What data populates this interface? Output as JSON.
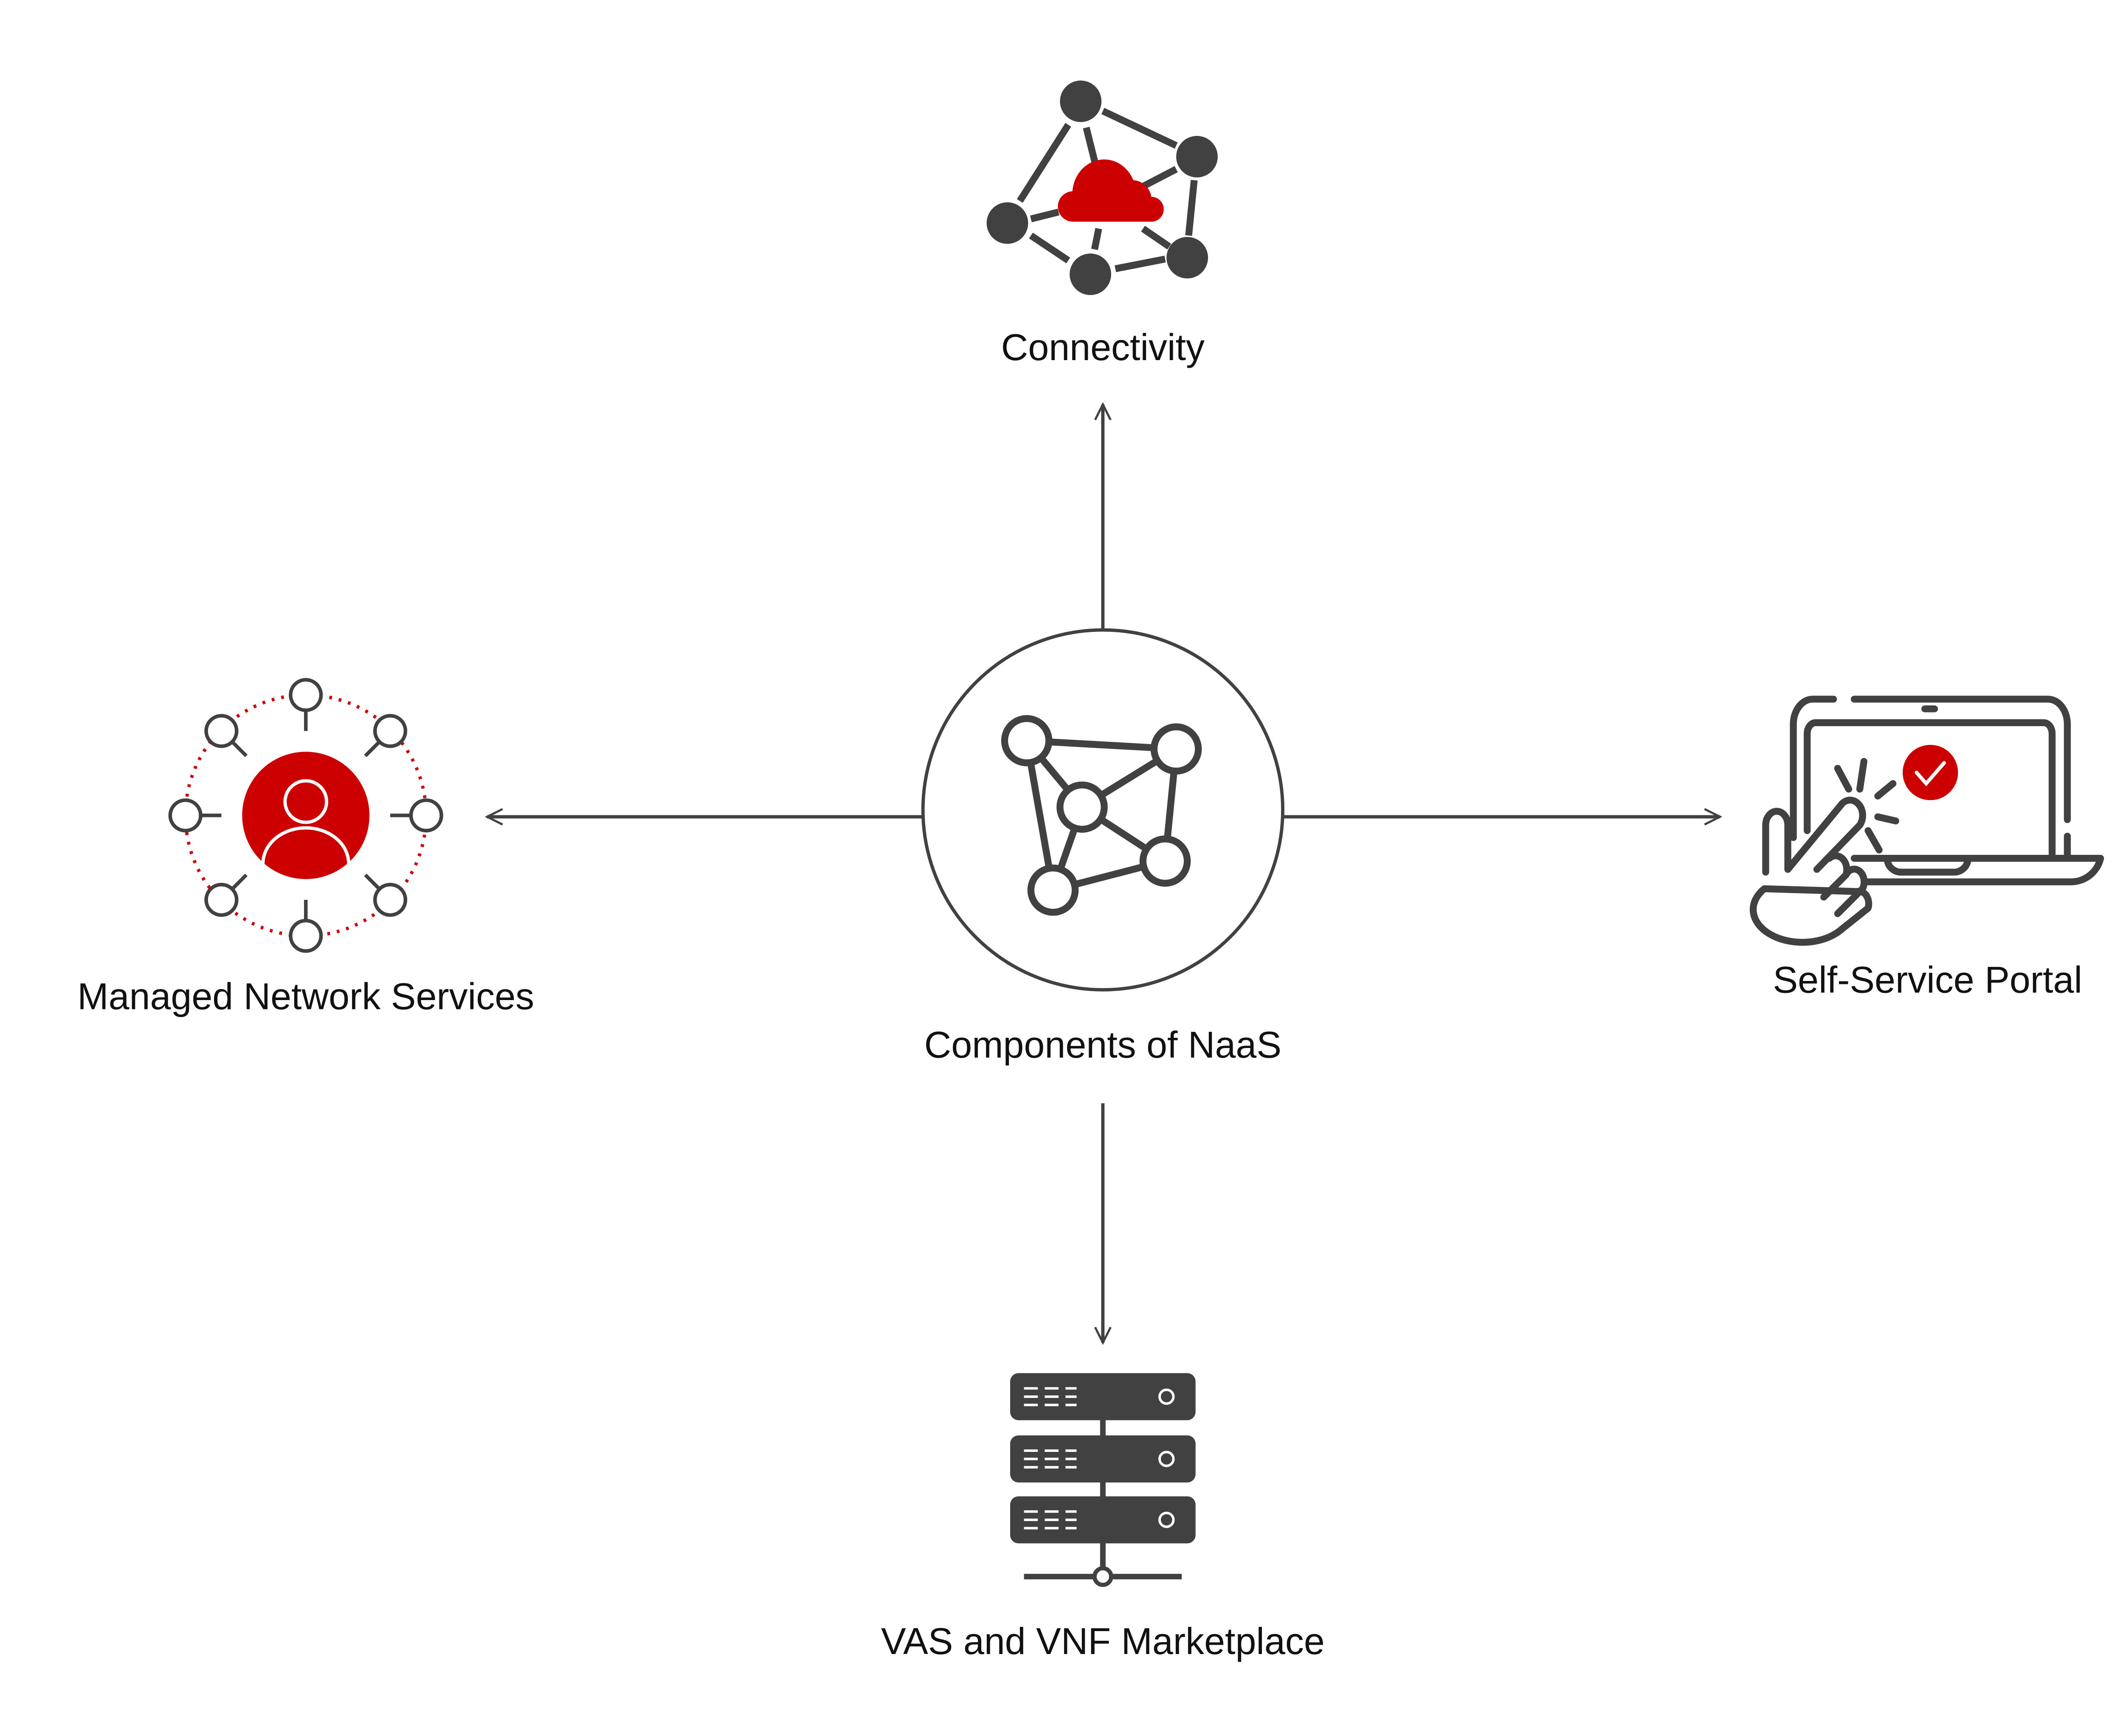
{
  "center": {
    "label": "Components of NaaS",
    "icon": "network-nodes-icon"
  },
  "components": [
    {
      "id": "connectivity",
      "label": "Connectivity",
      "icon": "cloud-network-icon",
      "direction": "up"
    },
    {
      "id": "managed",
      "label": "Managed Network Services",
      "icon": "managed-user-network-icon",
      "direction": "left"
    },
    {
      "id": "portal",
      "label": "Self-Service Portal",
      "icon": "laptop-touch-icon",
      "direction": "right"
    },
    {
      "id": "marketplace",
      "label": "VAS and VNF Marketplace",
      "icon": "server-rack-icon",
      "direction": "down"
    }
  ],
  "colors": {
    "accent": "#CC0000",
    "stroke": "#414141",
    "text": "#111111"
  }
}
